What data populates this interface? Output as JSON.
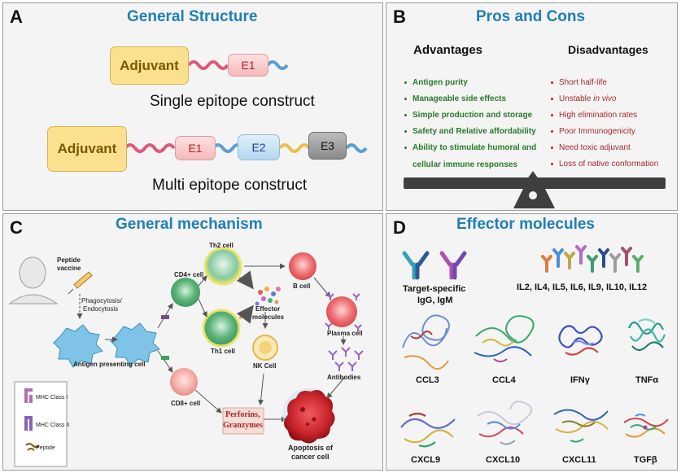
{
  "panel_a": {
    "label": "A",
    "title": "General Structure",
    "adjuvant": "Adjuvant",
    "e1": "E1",
    "e2": "E2",
    "e3": "E3",
    "single_caption": "Single epitope construct",
    "multi_caption": "Multi epitope construct"
  },
  "panel_b": {
    "label": "B",
    "title": "Pros and Cons",
    "advantages_heading": "Advantages",
    "disadvantages_heading": "Disadvantages",
    "advantages": [
      "Antigen purity",
      "Manageable side effects",
      "Simple production and storage",
      "Safety and Relative affordability",
      "Ability to stimulate humoral and",
      "cellular immune responses"
    ],
    "disadvantages_short_prefix": "Unstable ",
    "disadvantages_short_italic": "in vivo",
    "disadvantages": [
      "Short half-life",
      "High elimination rates",
      "Poor Immunogenicity",
      "Need toxic adjuvant",
      "Loss of native conformation"
    ]
  },
  "panel_c": {
    "label": "C",
    "title": "General mechanism",
    "peptide_vaccine_line1": "Peptide",
    "peptide_vaccine_line2": "vaccine",
    "phago_line1": "Phagocytosis/",
    "phago_line2": "Endocytosis",
    "apc": "Antigen presenting cell",
    "cd4": "CD4+ cell",
    "cd8": "CD8+ cell",
    "th2": "Th2 cell",
    "th1": "Th1 cell",
    "b_cell": "B cell",
    "effector_line1": "Effector",
    "effector_line2": "molecules",
    "plasma": "Plasma cell",
    "antibodies": "Antibodies",
    "nk": "NK Cell",
    "perforins_line1": "Perforins,",
    "perforins_line2": "Granzymes",
    "apoptosis_line1": "Apoptosis of",
    "apoptosis_line2": "cancer cell",
    "legend_mhc1": "MHC Class I",
    "legend_mhc2": "MHC Class II",
    "legend_peptide": "Peptide"
  },
  "panel_d": {
    "label": "D",
    "title": "Effector molecules",
    "igg_line1": "Target-specific",
    "igg_line2": "IgG, IgM",
    "interleukins": "IL2, IL4, IL5, IL6, IL9, IL10, IL12",
    "ccl3": "CCL3",
    "ccl4": "CCL4",
    "ifng": "IFNγ",
    "tnfa": "TNFα",
    "cxcl9": "CXCL9",
    "cxcl10": "CXCL10",
    "cxcl11": "CXCL11",
    "tgfb": "TGFβ"
  }
}
